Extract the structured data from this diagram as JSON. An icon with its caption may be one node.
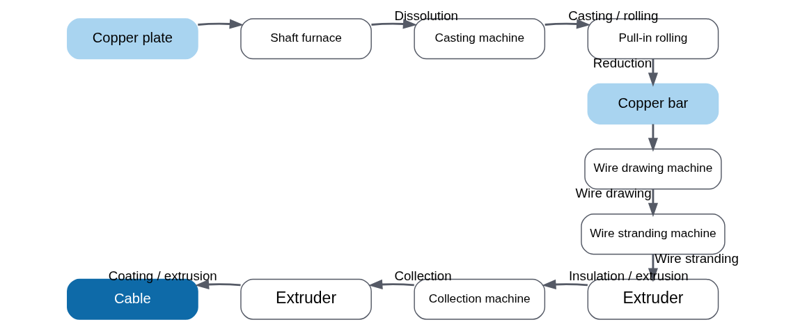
{
  "diagram": {
    "nodes": [
      {
        "text": [
          "Copper plate"
        ]
      },
      {
        "text": [
          "Shaft furnace"
        ]
      },
      {
        "text": [
          "Casting machine"
        ]
      },
      {
        "text": [
          "Pull-in rolling"
        ]
      },
      {
        "text": [
          "Copper bar"
        ]
      },
      {
        "text": [
          "Wire drawing machine"
        ]
      },
      {
        "text": [
          "Wire stranding machine"
        ]
      },
      {
        "text": [
          "Extruder"
        ]
      },
      {
        "text": [
          "Collection machine"
        ]
      },
      {
        "text": [
          "Extruder"
        ]
      },
      {
        "text": [
          "Cable"
        ]
      }
    ],
    "edges": [
      {
        "from": 0,
        "to": 1,
        "arrow": "to"
      },
      {
        "from": 1,
        "to": 2,
        "arrow": "to",
        "label": "Dissolution"
      },
      {
        "from": 2,
        "to": 3,
        "arrow": "to",
        "label": "Casting / rolling"
      },
      {
        "from": 3,
        "to": 4,
        "arrow": "to",
        "label": "Reduction"
      },
      {
        "from": 4,
        "to": 5,
        "arrow": "to"
      },
      {
        "from": 5,
        "to": 6,
        "arrow": "to",
        "label": "Wire drawing"
      },
      {
        "from": 6,
        "to": 7,
        "arrow": "to",
        "label": "Wire stranding"
      },
      {
        "from": 7,
        "to": 8,
        "arrow": "to",
        "label": "Insulation / extrusion"
      },
      {
        "from": 8,
        "to": 9,
        "arrow": "to",
        "label": "Collection"
      },
      {
        "from": 9,
        "to": 10,
        "arrow": "to",
        "label": "Coating / extrusion"
      }
    ]
  }
}
